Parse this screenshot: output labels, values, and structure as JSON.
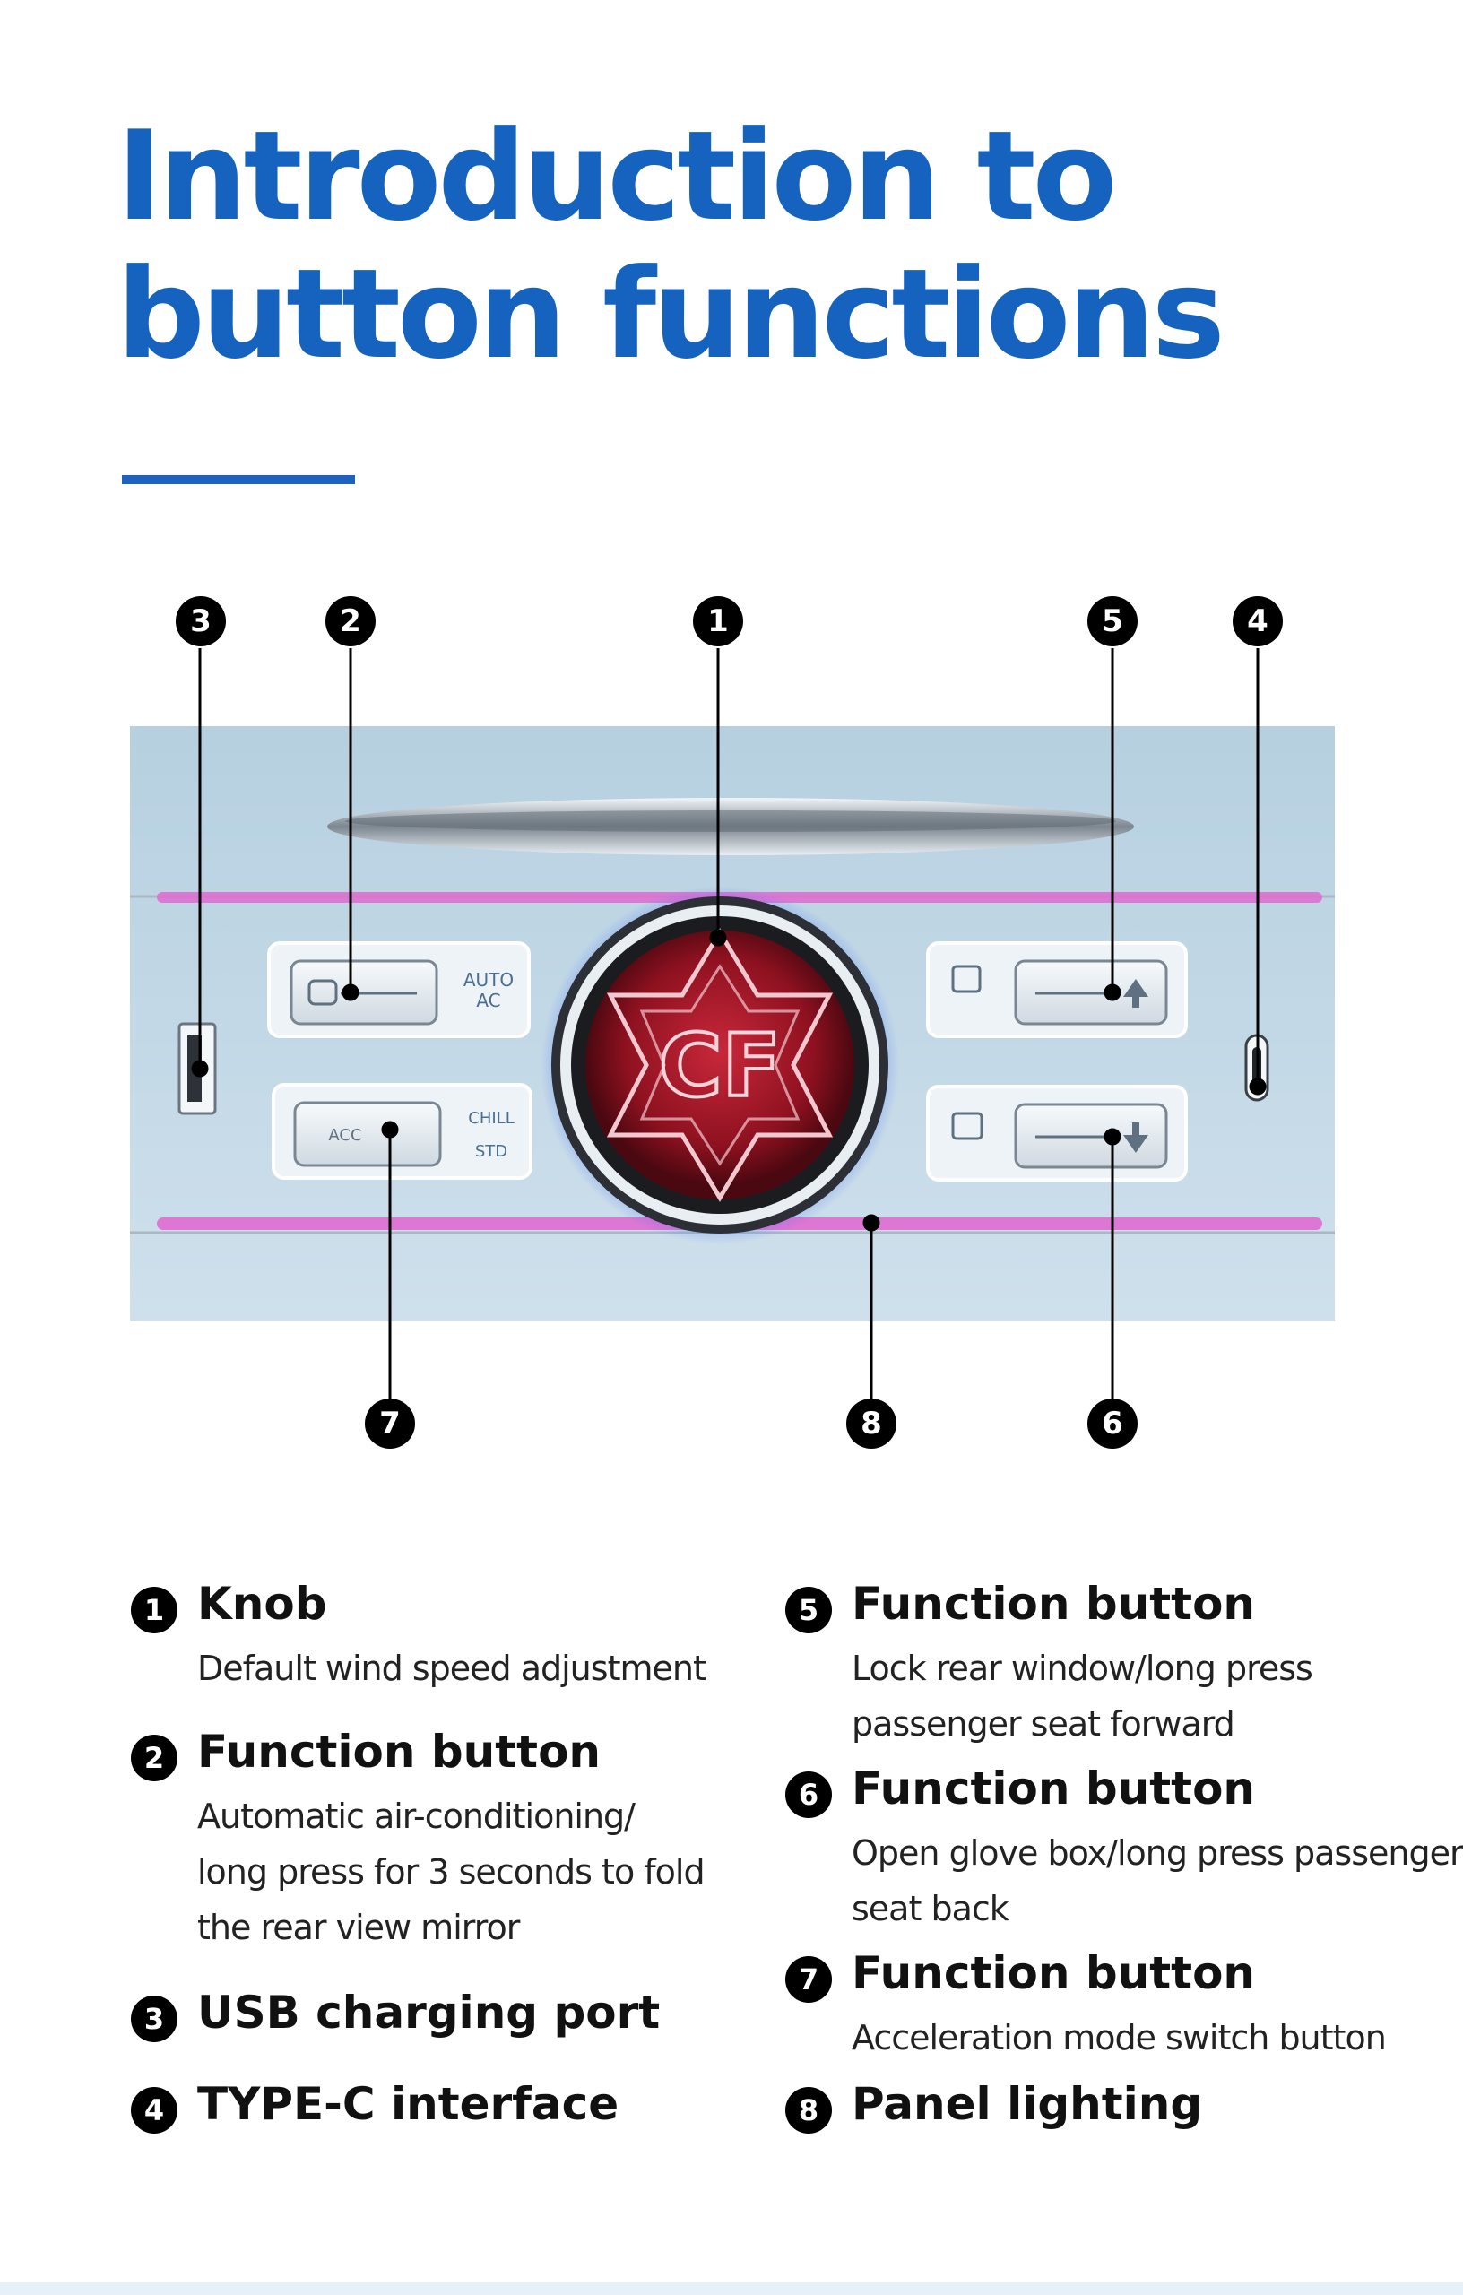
{
  "title": {
    "line1": "Introduction to",
    "line2": "button functions"
  },
  "panel": {
    "auto_label": "AUTO",
    "ac_label": "AC",
    "acc_label": "ACC",
    "chill_label": "CHILL",
    "std_label": "STD",
    "logo_text": "CF"
  },
  "callouts": [
    "1",
    "2",
    "3",
    "4",
    "5",
    "6",
    "7",
    "8"
  ],
  "items": [
    {
      "num": "1",
      "title": "Knob",
      "desc": [
        "Default wind speed adjustment"
      ]
    },
    {
      "num": "2",
      "title": "Function button",
      "desc": [
        "Automatic air-conditioning/",
        "long press for 3 seconds to fold",
        "the rear view mirror"
      ]
    },
    {
      "num": "3",
      "title": "USB charging port",
      "desc": []
    },
    {
      "num": "4",
      "title": "TYPE-C interface",
      "desc": []
    },
    {
      "num": "5",
      "title": "Function button",
      "desc": [
        "Lock rear window/long press",
        "passenger seat forward"
      ]
    },
    {
      "num": "6",
      "title": "Function button",
      "desc": [
        "Open glove box/long press passenger",
        "seat back"
      ]
    },
    {
      "num": "7",
      "title": "Function button",
      "desc": [
        "Acceleration mode switch button"
      ]
    },
    {
      "num": "8",
      "title": "Panel lighting",
      "desc": []
    }
  ],
  "colors": {
    "title_blue": "#1563be",
    "panel_bg": "#bcd4e3",
    "ambient_pink": "#e06ad0",
    "knob_red": "#b0192a",
    "knob_glow_blue": "#3f6fff"
  }
}
